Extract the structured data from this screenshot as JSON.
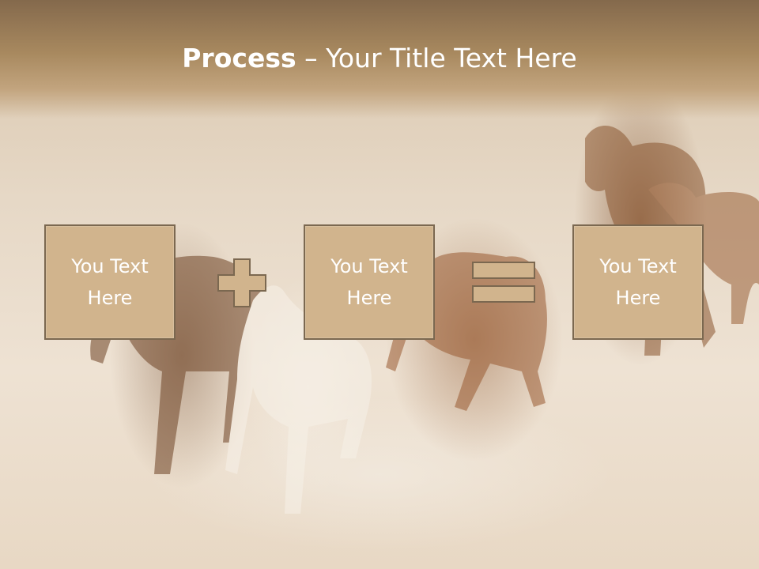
{
  "slide": {
    "title_bold": "Process",
    "title_rest": " – Your Title Text Here"
  },
  "process": {
    "step1": "You Text Here",
    "operator1": "plus-icon",
    "step2": "You Text Here",
    "operator2": "equals-icon",
    "result": "You Text Here"
  },
  "colors": {
    "header": "#a8895f",
    "box_fill": "#d1b48d",
    "box_border": "#7b6850",
    "text": "#ffffff"
  }
}
